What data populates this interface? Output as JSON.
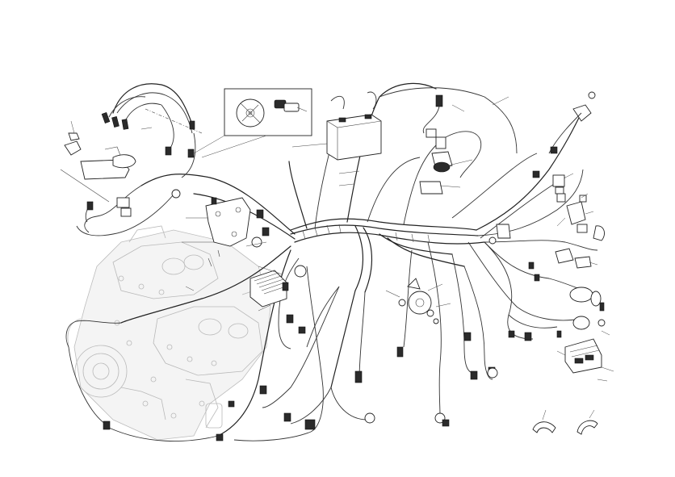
{
  "diagram": {
    "components": [
      {
        "id": "battery",
        "icon": "battery-icon"
      },
      {
        "id": "cd-disc",
        "icon": "disc-icon"
      },
      {
        "id": "key-switch",
        "icon": "key-icon"
      },
      {
        "id": "voltage-regulator",
        "icon": "regulator-icon"
      },
      {
        "id": "horn",
        "icon": "horn-icon"
      },
      {
        "id": "ecu",
        "icon": "ecu-icon"
      },
      {
        "id": "relay",
        "icon": "relay-icon"
      },
      {
        "id": "engine",
        "icon": "engine-icon"
      }
    ]
  }
}
